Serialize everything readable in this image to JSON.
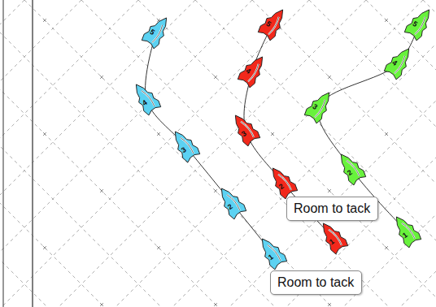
{
  "diagram": {
    "nodes": [
      {
        "text": [
          "Room to tack"
        ]
      },
      {
        "text": [
          "Room to tack"
        ]
      }
    ],
    "labels": [
      "5",
      "4",
      "3",
      "2",
      "1",
      "5",
      "4",
      "3",
      "2",
      "1",
      "5",
      "4",
      "3",
      "2",
      "1"
    ]
  }
}
